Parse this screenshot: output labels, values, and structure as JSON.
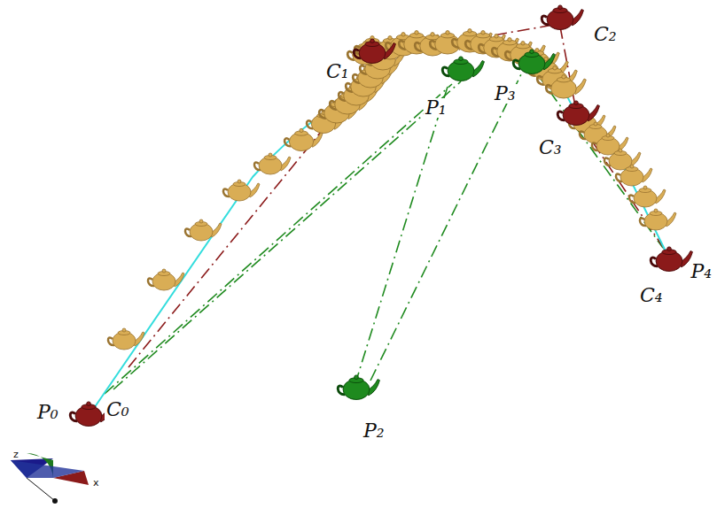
{
  "diagram": {
    "labels": [
      "P₀",
      "C₀",
      "C₁",
      "P₁",
      "P₃",
      "C₂",
      "C₃",
      "P₂",
      "P₄",
      "C₄",
      "z",
      "x"
    ]
  }
}
